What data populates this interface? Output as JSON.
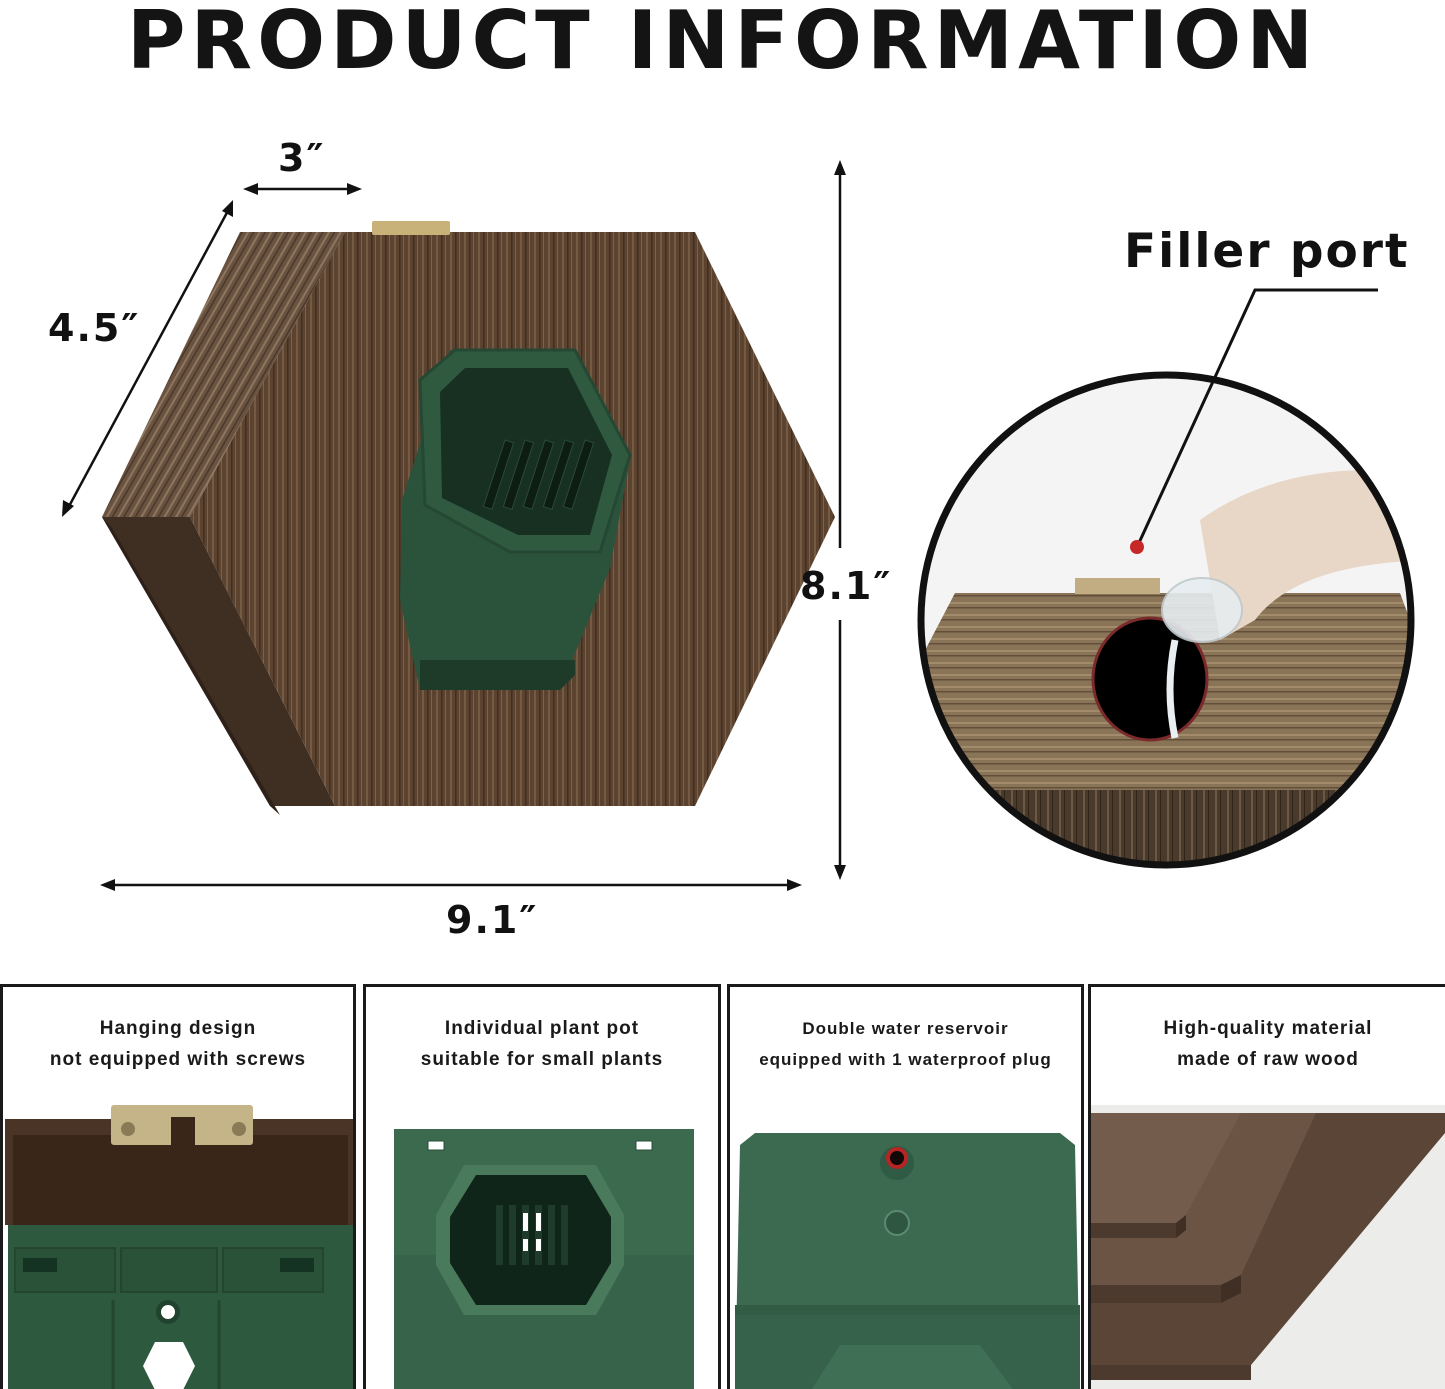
{
  "header": {
    "title": "PRODUCT INFORMATION"
  },
  "dimensions": {
    "depth": "3″",
    "side": "4.5″",
    "height": "8.1″",
    "width": "9.1″"
  },
  "callout": {
    "label": "Filler port",
    "marker_color": "#c62828"
  },
  "colors": {
    "wood_dark": "#4a3626",
    "wood_mid": "#6b513b",
    "wood_light": "#8a7058",
    "pot_green": "#2f5a40",
    "pot_green_light": "#3d6b50",
    "brass": "#c9b27a",
    "border": "#1a1a1a"
  },
  "features": [
    {
      "line1": "Hanging design",
      "line2": "not equipped with screws",
      "image": "brass-hanger-and-green-reservoir"
    },
    {
      "line1": "Individual plant pot",
      "line2": "suitable for small plants",
      "image": "hexagonal-green-pot-top-view"
    },
    {
      "line1": "Double water reservoir",
      "line2": "equipped with 1 waterproof plug",
      "image": "green-reservoir-with-red-plug"
    },
    {
      "line1": "High-quality material",
      "line2": "made of raw wood",
      "image": "stacked-wood-boards"
    }
  ]
}
